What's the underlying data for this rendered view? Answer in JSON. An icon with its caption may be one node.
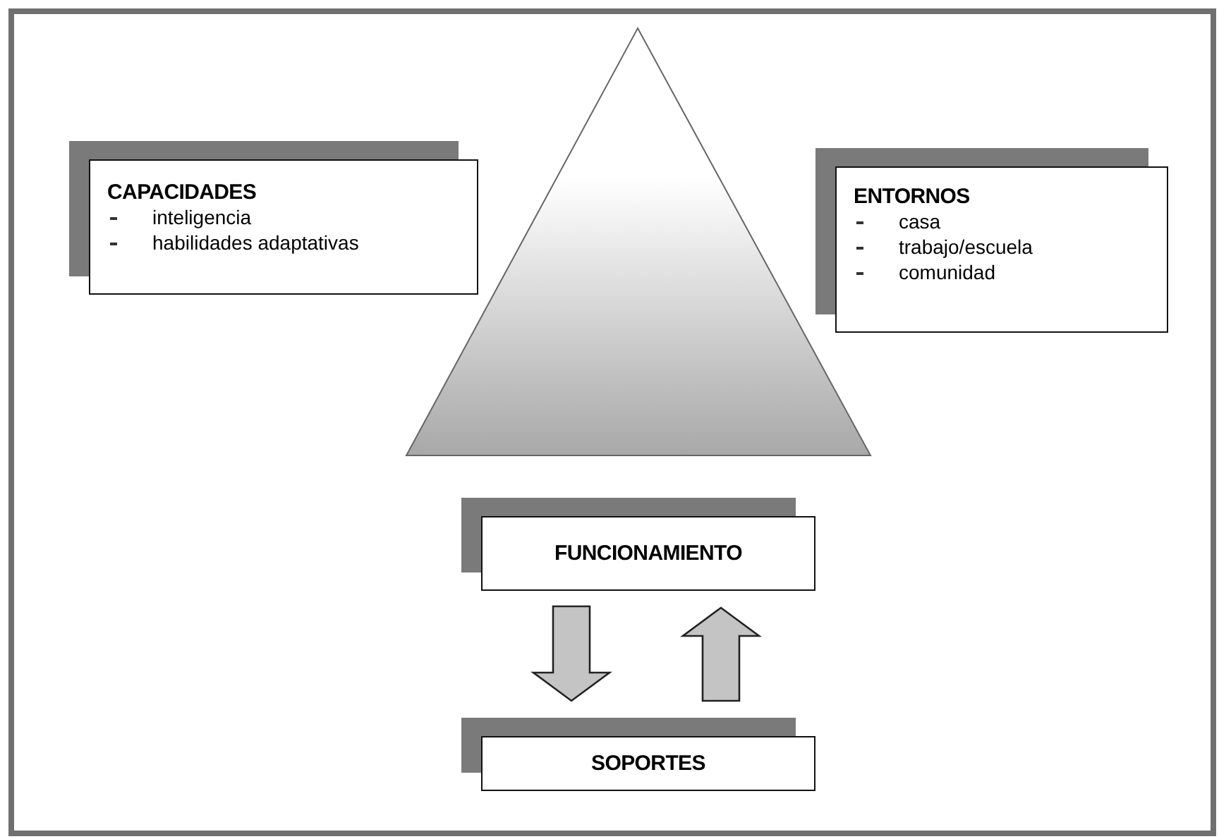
{
  "diagram": {
    "nodes": [
      {
        "text": [
          "CAPACIDADES",
          "inteligencia",
          "habilidades adaptativas"
        ]
      },
      {
        "text": [
          "ENTORNOS",
          "casa",
          "trabajo/escuela",
          "comunidad"
        ]
      },
      {
        "text": [
          "FUNCIONAMIENTO"
        ]
      },
      {
        "text": [
          "SOPORTES"
        ]
      }
    ],
    "edges": [
      {
        "from": 2,
        "to": 3,
        "arrow": "to",
        "style": "thick"
      },
      {
        "from": 3,
        "to": 2,
        "arrow": "to",
        "style": "thick"
      }
    ]
  }
}
